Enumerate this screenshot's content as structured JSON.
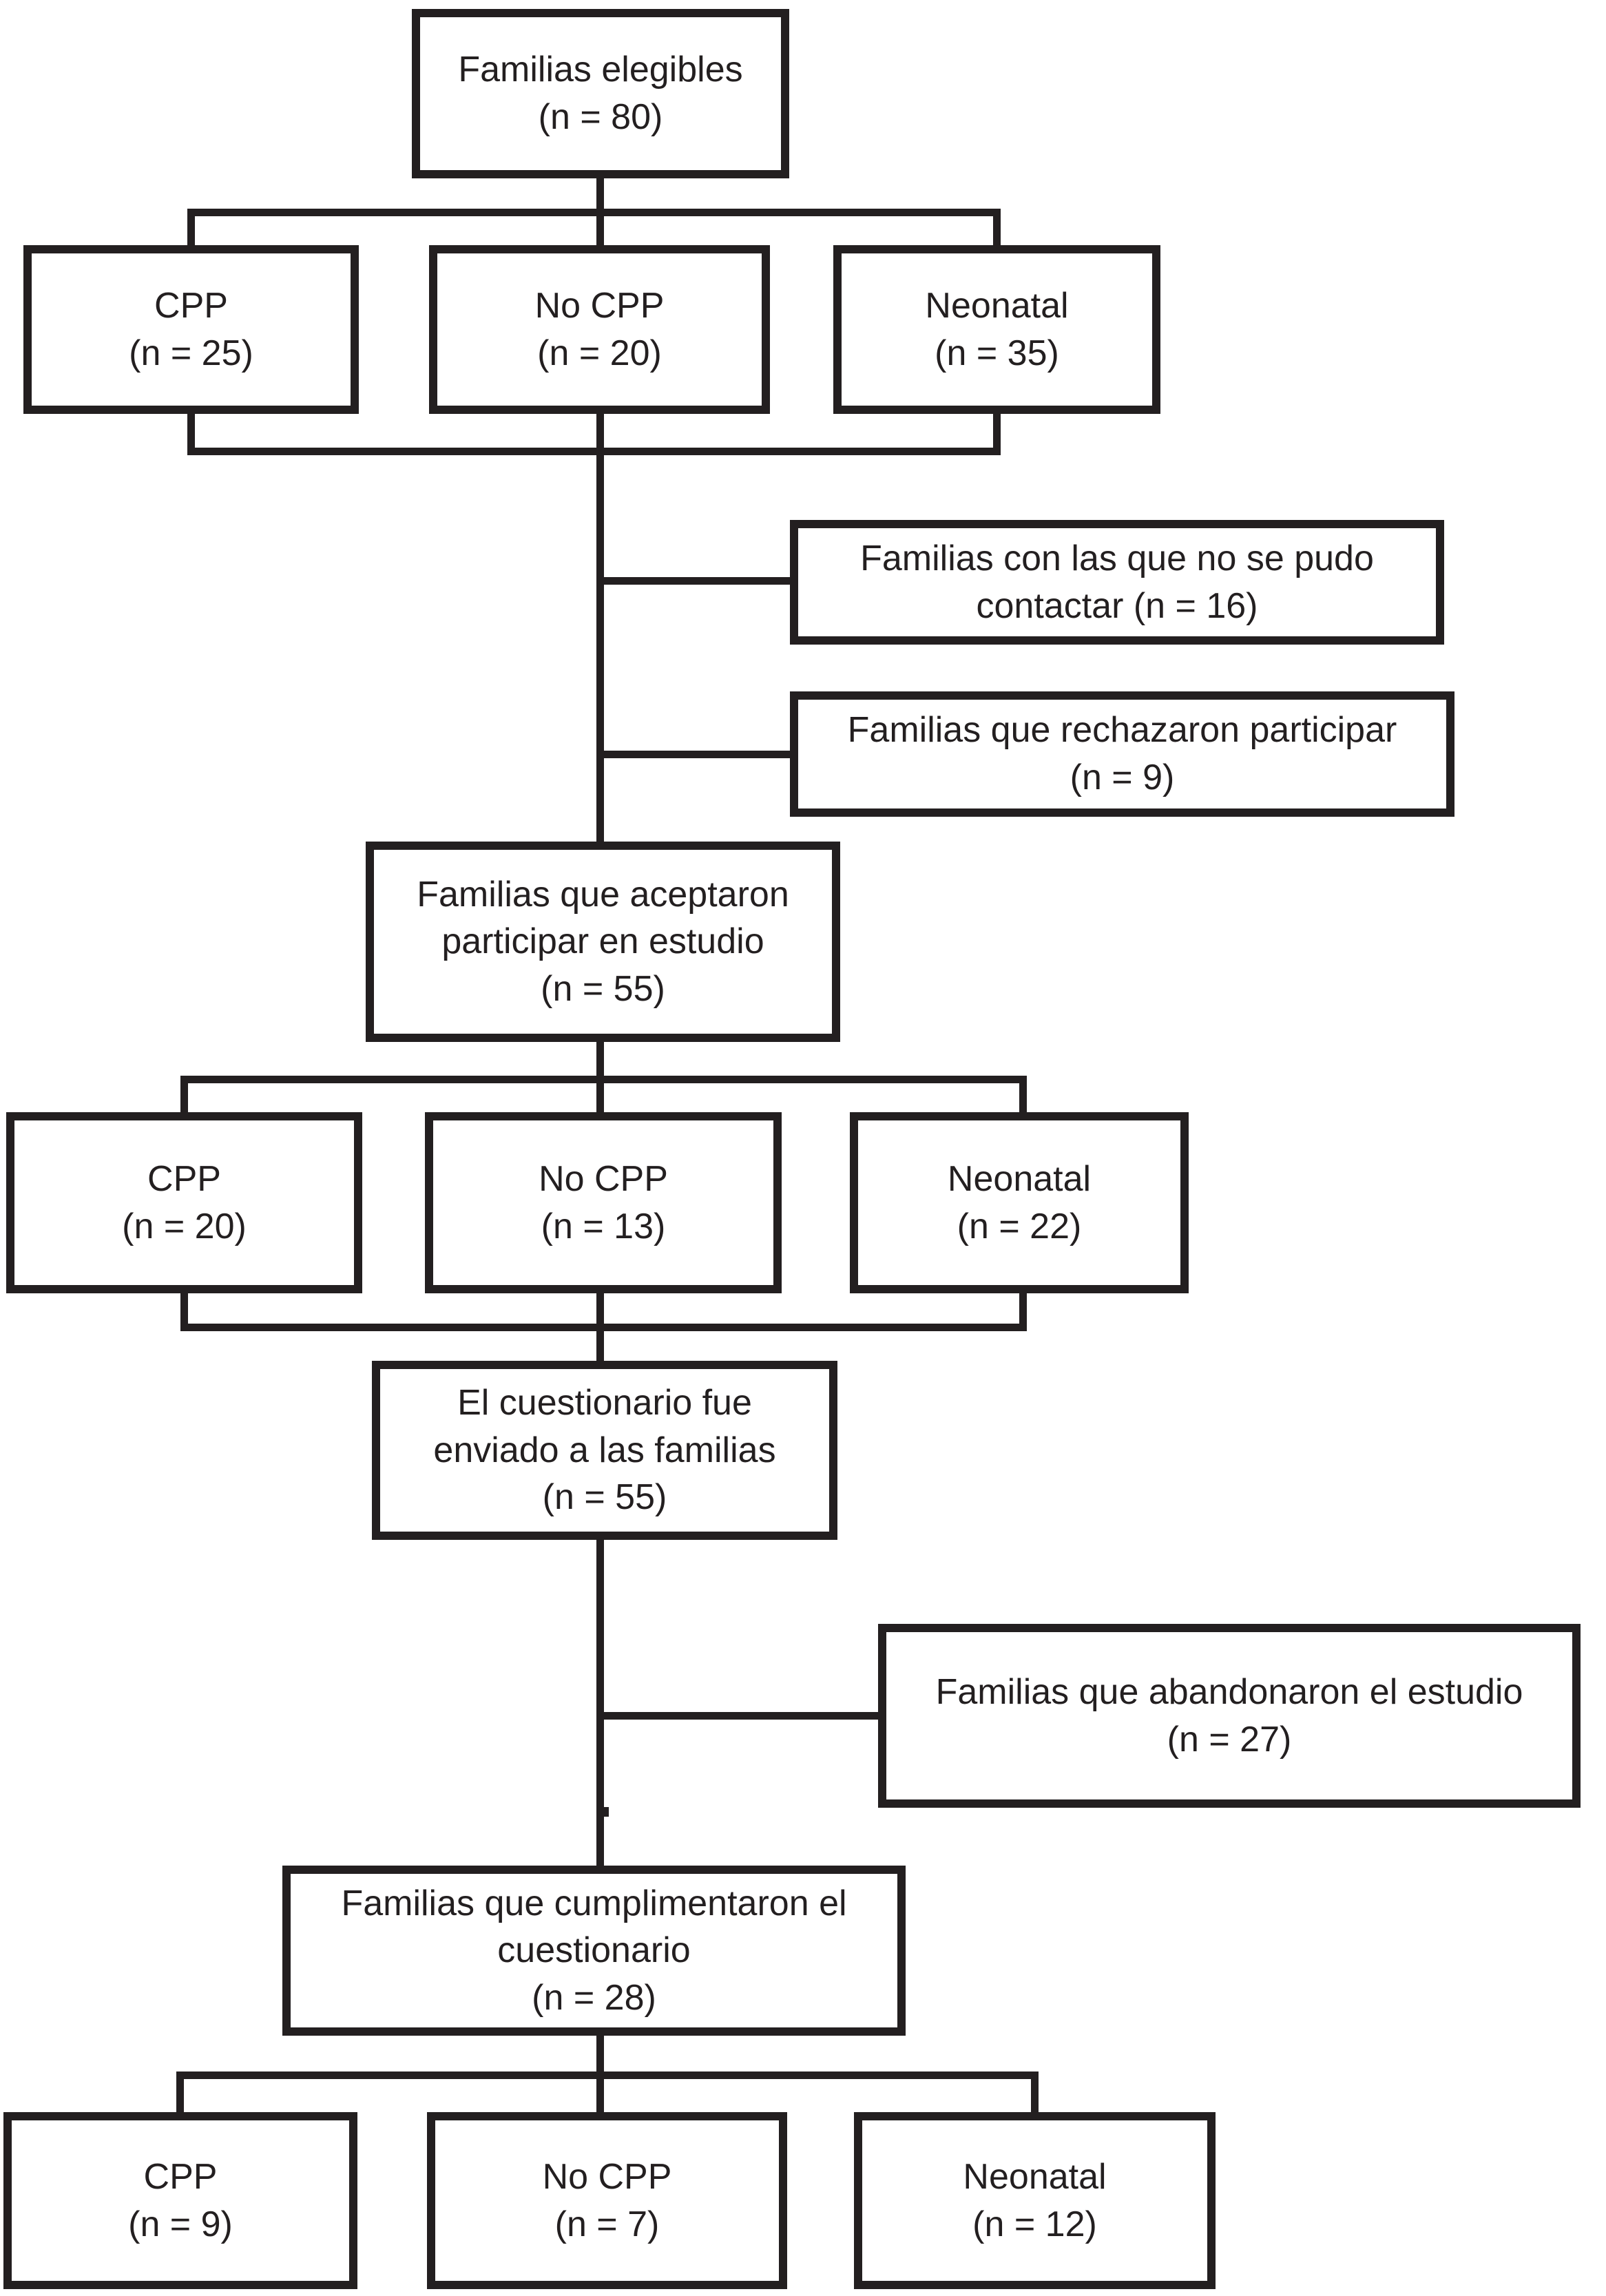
{
  "figure": {
    "type": "flowchart",
    "language": "es",
    "colors": {
      "ink": "#231f20",
      "paper": "#ffffff"
    },
    "nodes": {
      "eligible": {
        "label": "Familias elegibles\n(n = 80)"
      },
      "cpp_eligible": {
        "label": "CPP\n(n = 25)"
      },
      "no_cpp_eligible": {
        "label": "No CPP\n(n = 20)"
      },
      "neonatal_eligible": {
        "label": "Neonatal\n(n = 35)"
      },
      "not_contacted": {
        "label": "Familias con las que no se pudo\ncontactar (n = 16)"
      },
      "refused": {
        "label": "Familias que rechazaron participar\n(n = 9)"
      },
      "accepted": {
        "label": "Familias que aceptaron\nparticipar en estudio\n(n = 55)"
      },
      "cpp_accepted": {
        "label": "CPP\n(n = 20)"
      },
      "no_cpp_accepted": {
        "label": "No CPP\n(n = 13)"
      },
      "neonatal_accepted": {
        "label": "Neonatal\n(n = 22)"
      },
      "questionnaire_sent": {
        "label": "El cuestionario fue\nenviado a las familias\n(n = 55)"
      },
      "abandoned": {
        "label": "Familias que abandonaron el estudio\n(n = 27)"
      },
      "completed": {
        "label": "Familias que cumplimentaron el\ncuestionario\n(n = 28)"
      },
      "cpp_completed": {
        "label": "CPP\n(n = 9)"
      },
      "no_cpp_completed": {
        "label": "No CPP\n(n = 7)"
      },
      "neonatal_completed": {
        "label": "Neonatal\n(n = 12)"
      }
    }
  }
}
